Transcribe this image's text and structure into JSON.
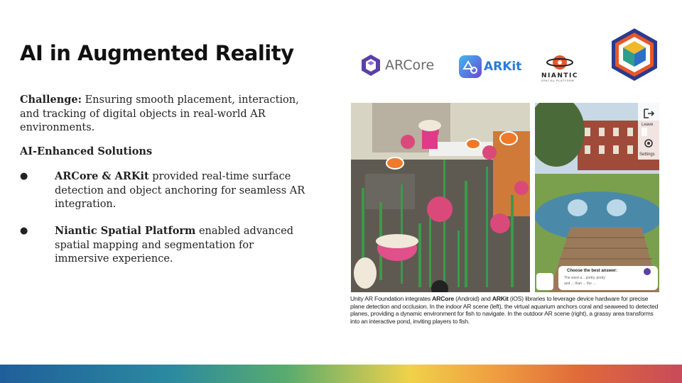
{
  "slide": {
    "title": "AI in Augmented Reality",
    "challenge_label": "Challenge:",
    "challenge_text": " Ensuring smooth placement, interaction, and tracking of digital objects in real-world AR environments.",
    "solutions_heading": "AI-Enhanced Solutions",
    "bullets": [
      {
        "marker": "●",
        "bold": "ARCore & ARKit",
        "text": " provided real-time surface detection and object anchoring for seamless AR integration."
      },
      {
        "marker": "●",
        "bold": "Niantic Spatial Platform",
        "text": " enabled advanced spatial mapping and segmentation for immersive experience."
      }
    ]
  },
  "logos": {
    "arcore": "ARCore",
    "arkit": "ARKit",
    "niantic": "NIANTIC",
    "niantic_sub": "SPATIAL PLATFORM"
  },
  "photos": {
    "outdoor": {
      "leave_label": "Leave",
      "settings_label": "Settings",
      "prompt_title": "Choose the best answer:",
      "prompt_line1": "The word a... pretty, pretty",
      "prompt_line2": "and ... than ... the ..."
    }
  },
  "caption": {
    "p1": "Unity AR Foundation integrates ",
    "arcore": "ARCore",
    "p2": " (Android) and ",
    "arkit": "ARKit",
    "p3": " (iOS) libraries to leverage device hardware for precise plane detection and occlusion. In the indoor AR scene (left), the virtual aquarium anchors coral and seaweed to detected planes, providing a dynamic environment for fish to navigate. In the outdoor AR scene (right), a grassy area transforms into an interactive pond, inviting players to fish."
  },
  "colors": {
    "title": "#111111",
    "arcore_purple": "#5b3fa8",
    "arkit_blue": "#2b7bd6",
    "niantic_orange": "#e8572a",
    "bottom_bar_start": "#1f5f9a",
    "bottom_bar_end": "#c94a5a"
  }
}
